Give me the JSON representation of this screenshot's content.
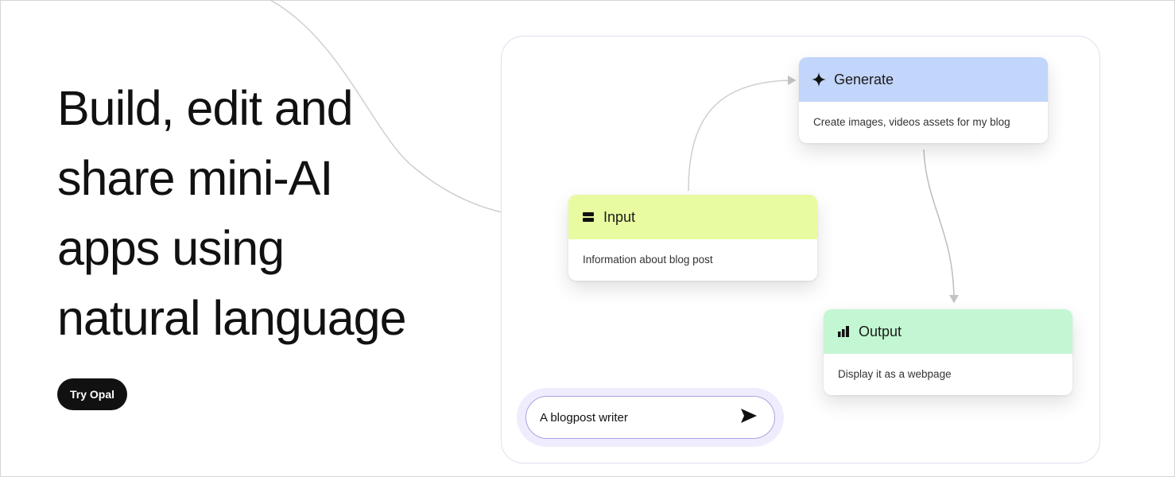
{
  "hero": {
    "headline_lines": [
      "Build, edit and",
      "share mini-AI",
      "apps using",
      "natural language"
    ],
    "cta_label": "Try Opal"
  },
  "flow": {
    "nodes": [
      {
        "title": "Generate",
        "description": "Create images, videos assets for my blog",
        "icon": "sparkle-icon",
        "color": "#c2d5fb"
      },
      {
        "title": "Input",
        "description": "Information about blog post",
        "icon": "input-icon",
        "color": "#e8fba0"
      },
      {
        "title": "Output",
        "description": "Display it as a webpage",
        "icon": "bar-chart-icon",
        "color": "#c3f7d3"
      }
    ],
    "prompt": {
      "value": "A blogpost writer",
      "send_icon": "send-icon"
    }
  }
}
